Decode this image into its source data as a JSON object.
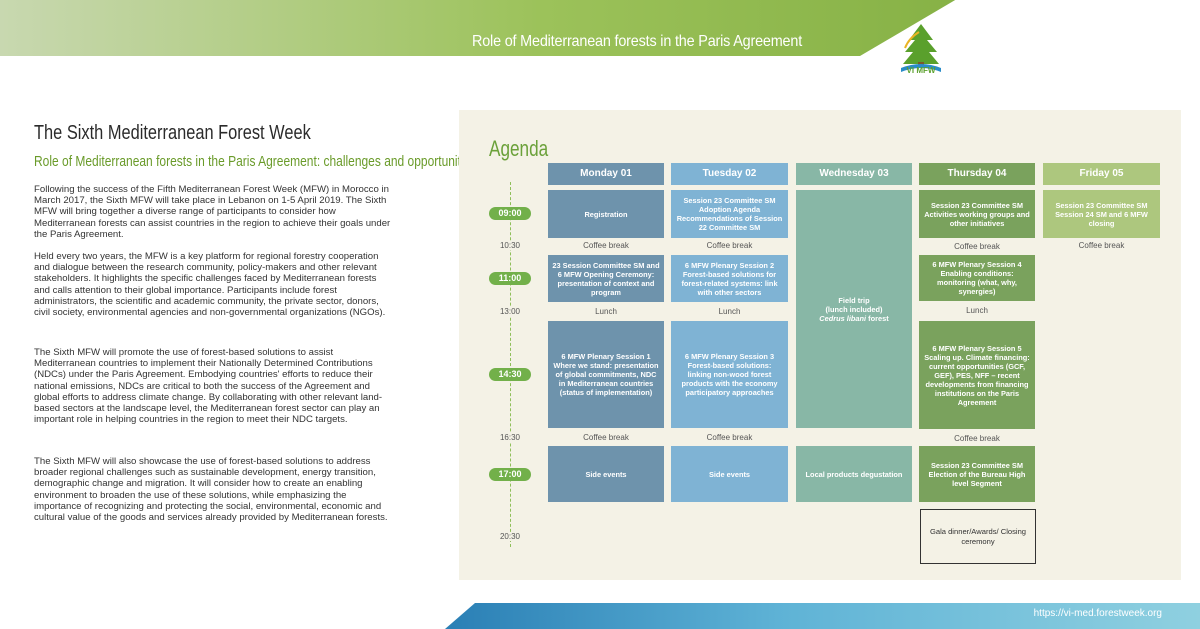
{
  "header": {
    "title": "Role of Mediterranean forests in the Paris Agreement",
    "logo_text": "VI MFW",
    "accent": "#7aa83a"
  },
  "article": {
    "title": "The Sixth Mediterranean Forest Week",
    "subtitle": "Role of Mediterranean forests in the Paris Agreement: challenges and opportunities",
    "paragraphs": [
      "Following the success of the Fifth Mediterranean Forest Week (MFW) in Morocco in March 2017, the Sixth MFW will take place in Lebanon on 1-5 April 2019. The Sixth MFW will bring together a diverse range of participants to consider how Mediterranean forests can assist countries in the region to achieve their goals under the Paris Agreement.",
      "Held every two years, the MFW is a key platform for regional forestry cooperation and dialogue between the research community, policy-makers and other relevant stakeholders. It highlights the specific challenges faced by Mediterranean forests and calls attention to their global importance. Participants include forest administrators, the scientific and academic community, the private sector, donors, civil society, environmental agencies and non-governmental organizations (NGOs).",
      "The Sixth MFW will promote the use of forest-based solutions to assist Mediterranean countries to implement their Nationally Determined Contributions (NDCs) under the Paris Agreement. Embodying countries' efforts to reduce their national emissions, NDCs are critical to both the success of the Agreement and global efforts to address climate change. By collaborating with other relevant land-based sectors at the landscape level, the Mediterranean forest sector can play an important role in helping countries in the region to meet their NDC targets.",
      "The Sixth MFW will also showcase the use of forest-based solutions to address broader regional challenges such as sustainable development, energy transition, demographic change and migration. It will consider how to create an enabling environment to broaden the use of these solutions, while emphasizing the importance of recognizing and protecting the social, environmental, economic and cultural value of the goods and services already provided by Mediterranean forests."
    ]
  },
  "agenda": {
    "title": "Agenda",
    "time_pills": [
      "09:00",
      "11:00",
      "14:30",
      "17:00"
    ],
    "time_labels": [
      "10:30",
      "13:00",
      "16:30",
      "20:30"
    ],
    "days": [
      "Monday  01",
      "Tuesday  02",
      "Wednesday  03",
      "Thursday 04",
      "Friday  05"
    ],
    "monday": {
      "s1": "Registration",
      "coffee1": "Coffee break",
      "s2": "23 Session Committee SM and 6 MFW Opening Ceremony: presentation of context and program",
      "lunch": "Lunch",
      "s3": "6 MFW Plenary Session 1 Where we stand: presentation of global commitments, NDC in Mediterranean countries (status of implementation)",
      "coffee2": "Coffee break",
      "s4": "Side events"
    },
    "tuesday": {
      "s1": "Session 23 Committee SM Adoption Agenda Recommendations of Session 22 Committee SM",
      "coffee1": "Coffee break",
      "s2": "6 MFW Plenary Session 2 Forest-based solutions for forest-related systems: link with other sectors",
      "lunch": "Lunch",
      "s3": "6 MFW Plenary Session 3 Forest-based solutions: linking non-wood forest products with the economy participatory approaches",
      "coffee2": "Coffee break",
      "s4": "Side events"
    },
    "wednesday": {
      "field_trip_1": "Field trip",
      "field_trip_2": "(lunch included)",
      "field_trip_3a": "Cedrus libani",
      "field_trip_3b": " forest",
      "s4": "Local products degustation"
    },
    "thursday": {
      "s1": "Session 23 Committee SM Activities working groups and other initiatives",
      "coffee1": "Coffee break",
      "s2": "6 MFW Plenary Session 4 Enabling conditions: monitoring (what, why, synergies)",
      "lunch": "Lunch",
      "s3": "6 MFW Plenary Session 5 Scaling up. Climate financing: current opportunities (GCF, GEF), PES, NFF – recent developments from financing institutions on the Paris Agreement",
      "coffee2": "Coffee break",
      "s4": "Session 23 Committee SM Election of the Bureau High level Segment",
      "gala": "Gala dinner/Awards/ Closing ceremony"
    },
    "friday": {
      "s1": "Session 23 Committee SM Session 24 SM and 6 MFW closing",
      "coffee1": "Coffee break"
    }
  },
  "footer": {
    "url": "https://vi-med.forestweek.org"
  }
}
